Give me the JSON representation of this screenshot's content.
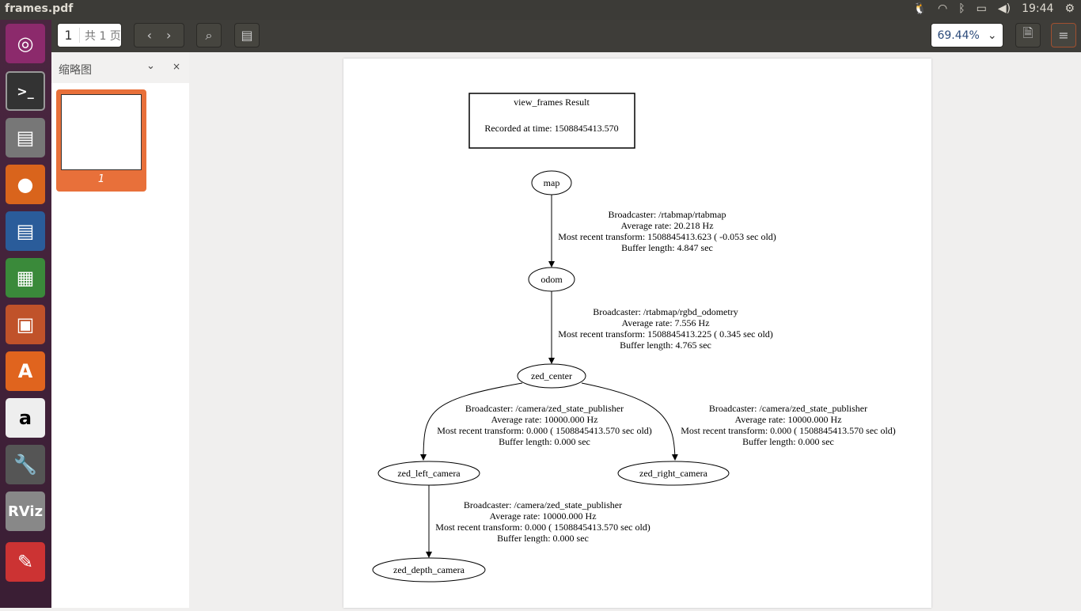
{
  "window": {
    "title": "frames.pdf"
  },
  "tray": {
    "time": "19:44"
  },
  "toolbar": {
    "page_input": "1",
    "page_total": "共 1 页",
    "zoom": "69.44%"
  },
  "sidebar": {
    "title": "缩略图",
    "thumb_label": "1"
  },
  "graph": {
    "title": "view_frames Result",
    "recorded": "Recorded at time: 1508845413.570",
    "nodes": {
      "map": "map",
      "odom": "odom",
      "zed_center": "zed_center",
      "left": "zed_left_camera",
      "right": "zed_right_camera",
      "depth": "zed_depth_camera"
    },
    "edges": [
      [
        "Broadcaster: /rtabmap/rtabmap",
        "Average rate: 20.218 Hz",
        "Most recent transform: 1508845413.623 ( -0.053 sec old)",
        "Buffer length: 4.847 sec"
      ],
      [
        "Broadcaster: /rtabmap/rgbd_odometry",
        "Average rate: 7.556 Hz",
        "Most recent transform: 1508845413.225 ( 0.345 sec old)",
        "Buffer length: 4.765 sec"
      ],
      [
        "Broadcaster: /camera/zed_state_publisher",
        "Average rate: 10000.000 Hz",
        "Most recent transform: 0.000 ( 1508845413.570 sec old)",
        "Buffer length: 0.000 sec"
      ],
      [
        "Broadcaster: /camera/zed_state_publisher",
        "Average rate: 10000.000 Hz",
        "Most recent transform: 0.000 ( 1508845413.570 sec old)",
        "Buffer length: 0.000 sec"
      ],
      [
        "Broadcaster: /camera/zed_state_publisher",
        "Average rate: 10000.000 Hz",
        "Most recent transform: 0.000 ( 1508845413.570 sec old)",
        "Buffer length: 0.000 sec"
      ]
    ]
  }
}
